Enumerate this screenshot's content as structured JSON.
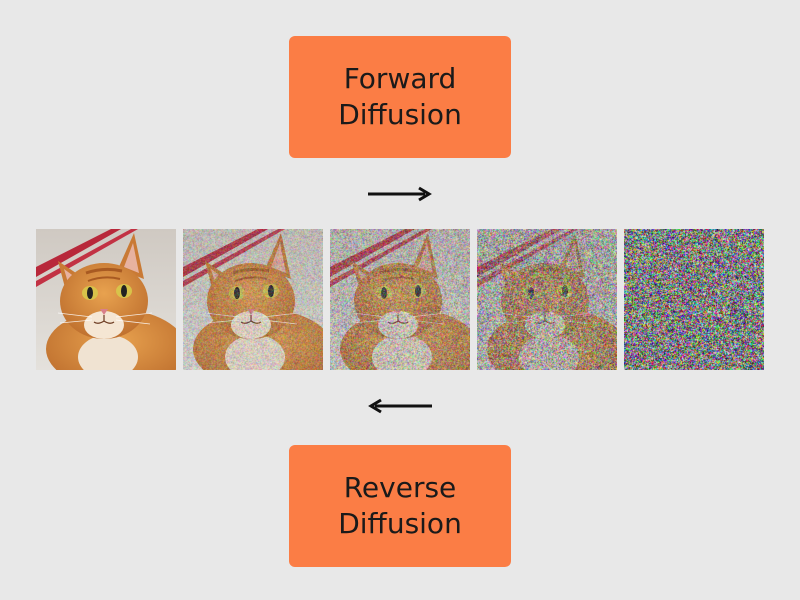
{
  "forward_box": {
    "line1": "Forward",
    "line2": "Diffusion",
    "color": "#fb7d45"
  },
  "reverse_box": {
    "line1": "Reverse",
    "line2": "Diffusion",
    "color": "#fb7d45"
  },
  "arrows": {
    "forward_icon": "arrow-right-icon",
    "reverse_icon": "arrow-left-icon",
    "color": "#111111"
  },
  "image_strip": {
    "subject": "cat-image",
    "frames": [
      {
        "noise_level": 0.0
      },
      {
        "noise_level": 0.35
      },
      {
        "noise_level": 0.55
      },
      {
        "noise_level": 0.78
      },
      {
        "noise_level": 1.0
      }
    ]
  },
  "background_color": "#e8e8e8"
}
